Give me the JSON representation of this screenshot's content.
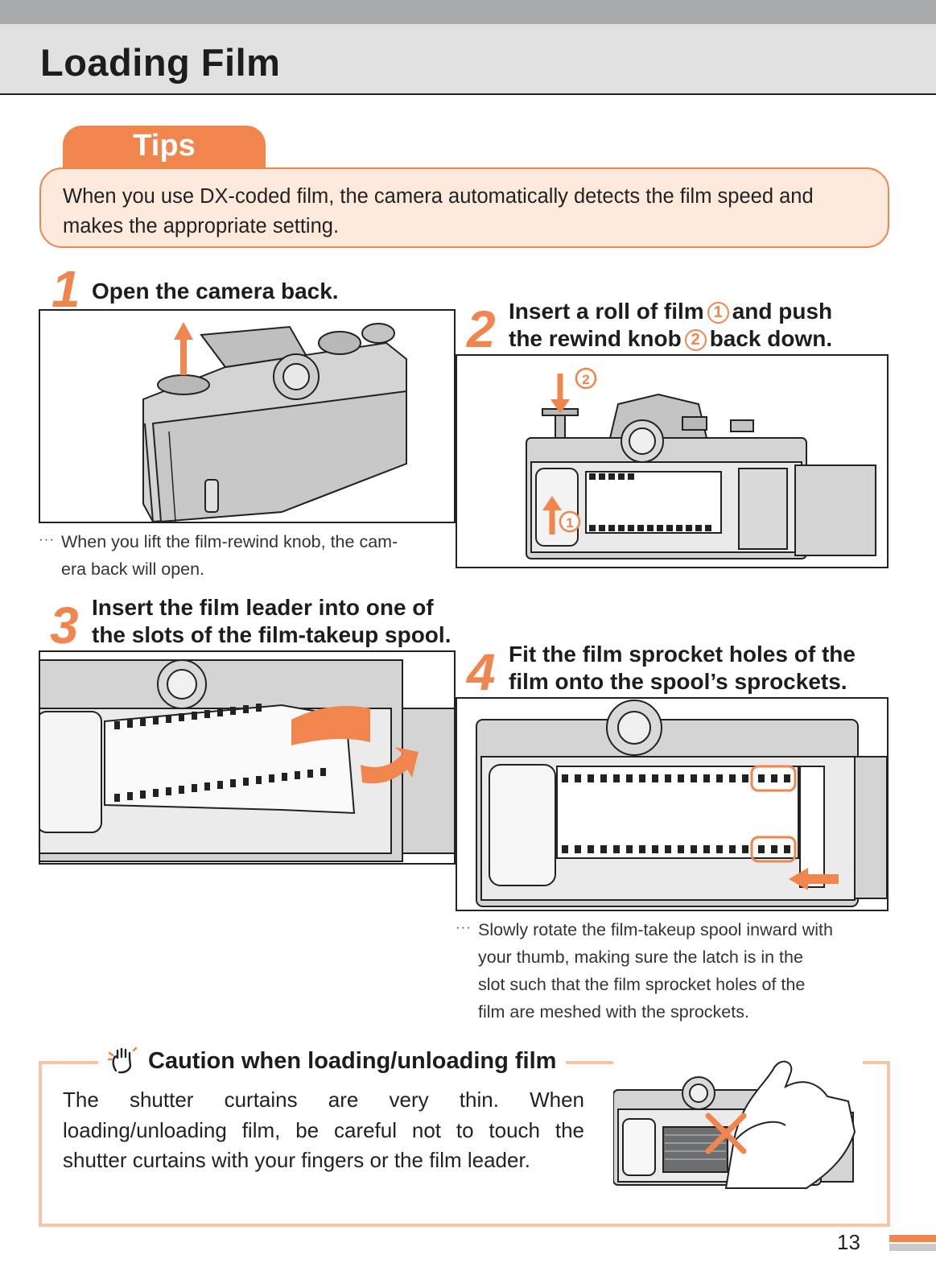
{
  "header": {
    "title": "Loading Film"
  },
  "tips": {
    "label": "Tips",
    "text": "When you use DX-coded film, the camera automatically detects the film speed and makes the appropriate setting."
  },
  "steps": [
    {
      "number": "1",
      "title": "Open the camera back.",
      "note_line1": "When you lift the film-rewind knob, the cam-",
      "note_line2": "era back will open."
    },
    {
      "number": "2",
      "line1_a": "Insert a roll of film",
      "marker1": "1",
      "line1_b": "and push",
      "line2_a": "the rewind knob",
      "marker2": "2",
      "line2_b": "back down."
    },
    {
      "number": "3",
      "line1": "Insert the film leader into one of",
      "line2": "the slots of the film-takeup spool."
    },
    {
      "number": "4",
      "line1": "Fit the film sprocket holes of the",
      "line2": "film onto the spool’s sprockets.",
      "note_lines": [
        "Slowly rotate the film-takeup spool inward with",
        "your thumb, making sure the latch is in the",
        "slot such that the film sprocket holes of the",
        "film are meshed with the sprockets."
      ]
    }
  ],
  "caution": {
    "title": "Caution when loading/unloading film",
    "text": "The shutter curtains are very thin. When loading/unloading film, be careful not to touch the shutter curtains with your fingers or the film leader."
  },
  "footer": {
    "page_number": "13"
  },
  "colors": {
    "accent": "#f0864e",
    "tips_bg": "#fdeadd",
    "header_bg": "#e1e1e2",
    "caution_border": "#f7c4a6"
  }
}
